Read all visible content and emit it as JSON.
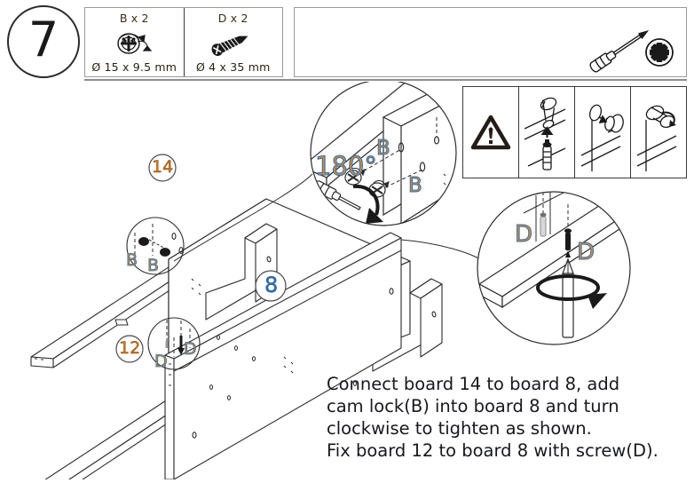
{
  "step": {
    "number": "7"
  },
  "parts": [
    {
      "qty_label": "B x 2",
      "dimension": "Ø 15 x 9.5 mm",
      "icon": "cam-lock-icon"
    },
    {
      "qty_label": "D x 2",
      "dimension": "Ø 4 x 35 mm",
      "icon": "screw-icon"
    }
  ],
  "tools": [
    {
      "icon": "screwdriver-icon"
    },
    {
      "icon": "pozidriv-bit-icon"
    }
  ],
  "warning_panel": {
    "cells": [
      {
        "icon": "warning-triangle-icon"
      },
      {
        "icon": "cam-dowel-insert-icon"
      },
      {
        "icon": "cam-lock-insert-icon"
      },
      {
        "icon": "cam-lock-turn-icon"
      }
    ]
  },
  "board_labels": [
    {
      "text": "14",
      "name": "board-label-14"
    },
    {
      "text": "8",
      "name": "board-label-8"
    },
    {
      "text": "12",
      "name": "board-label-12"
    }
  ],
  "detail_callouts": {
    "cam_lock_main": {
      "angle_label": "180°",
      "part_labels": [
        "B",
        "B"
      ],
      "name": "detail-cam-lock-180"
    },
    "cam_lock_small": {
      "part_labels": [
        "B",
        "B"
      ],
      "name": "detail-cam-lock-small"
    },
    "screw_detail": {
      "part_labels": [
        "D",
        "D"
      ],
      "name": "detail-screw-d"
    },
    "screw_small": {
      "part_labels": [
        "D",
        "D"
      ],
      "name": "detail-screw-small"
    }
  },
  "instructions": {
    "line1": "Connect board 14 to board 8, add",
    "line2": "cam lock(B) into board 8 and turn",
    "line3": "clockwise to tighten as shown.",
    "line4": "Fix board 12 to board 8 with screw(D)."
  },
  "colors": {
    "accent_orange": "#d2761a",
    "accent_blue": "#2f6fb5",
    "line": "#2b2b2b",
    "table_border": "#9a9a9a"
  }
}
